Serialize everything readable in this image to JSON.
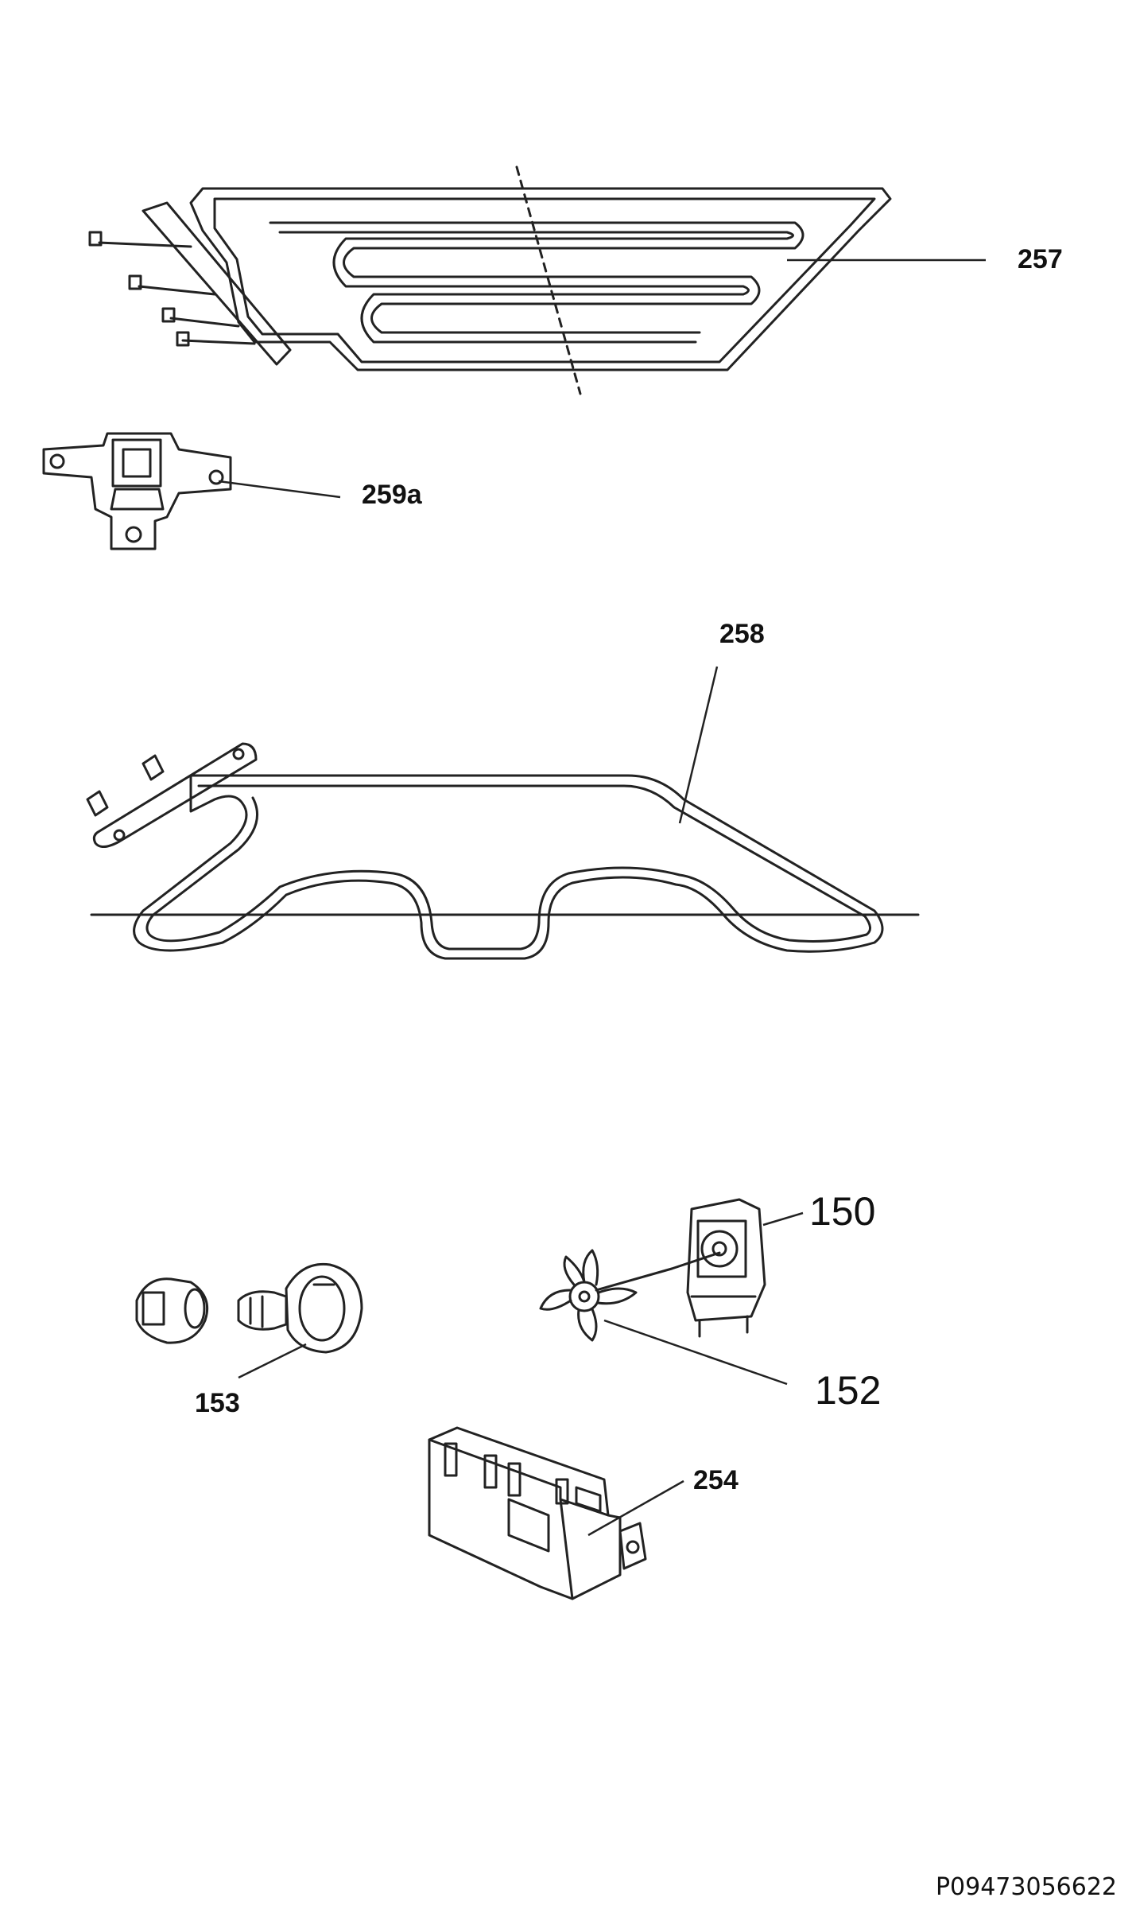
{
  "callouts": {
    "c257": "257",
    "c259a": "259a",
    "c258": "258",
    "c150": "150",
    "c152": "152",
    "c153": "153",
    "c254": "254"
  },
  "footer": {
    "code": "P09473056622"
  }
}
